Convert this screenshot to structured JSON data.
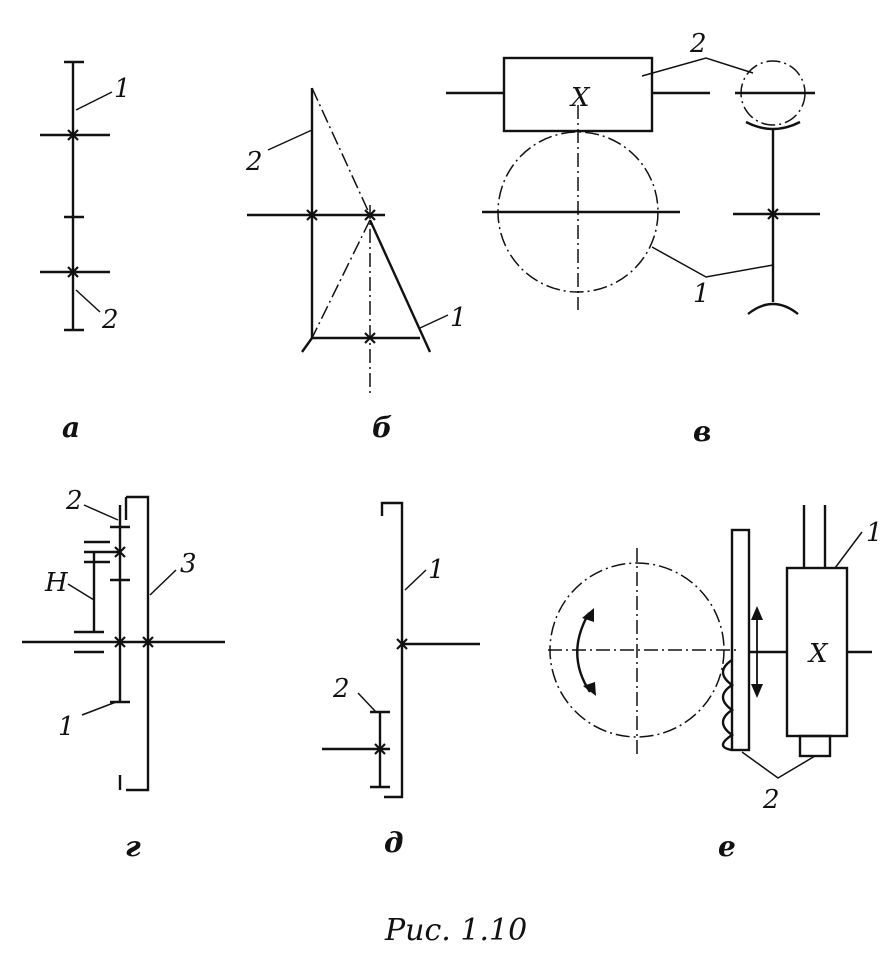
{
  "figure": {
    "caption": "Рис. 1.10",
    "panels": [
      {
        "id": "a",
        "label": "а",
        "callouts": [
          "1",
          "2"
        ]
      },
      {
        "id": "b",
        "label": "б",
        "callouts": [
          "2",
          "1"
        ]
      },
      {
        "id": "v",
        "label": "в",
        "callouts": [
          "2",
          "1"
        ],
        "marks": [
          "X"
        ]
      },
      {
        "id": "g",
        "label": "г",
        "callouts": [
          "2",
          "H",
          "3",
          "1"
        ]
      },
      {
        "id": "d",
        "label": "д",
        "callouts": [
          "1",
          "2"
        ]
      },
      {
        "id": "e",
        "label": "е",
        "callouts": [
          "1",
          "2"
        ],
        "marks": [
          "X"
        ]
      }
    ]
  }
}
